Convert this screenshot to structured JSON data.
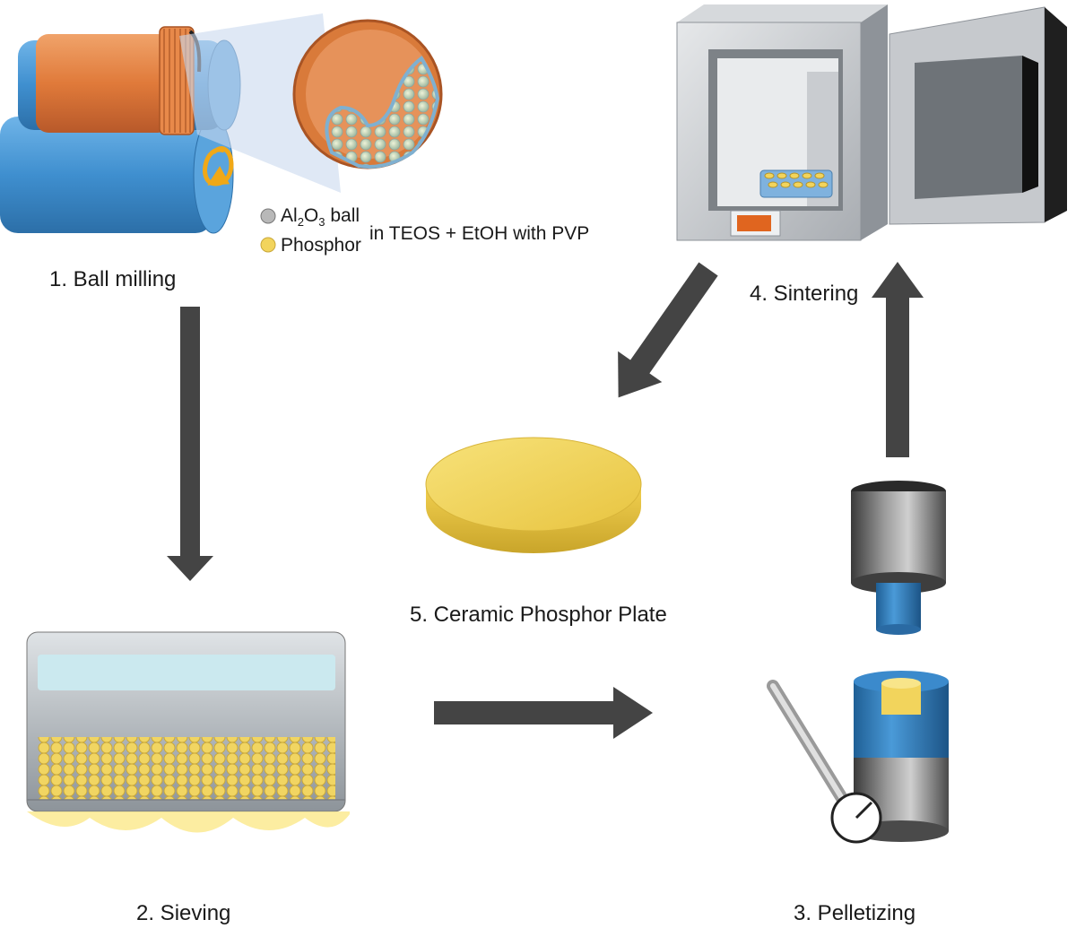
{
  "steps": {
    "ball_milling": "1. Ball milling",
    "sieving": "2. Sieving",
    "pelletizing": "3. Pelletizing",
    "sintering": "4. Sintering",
    "ceramic_plate": "5. Ceramic Phosphor Plate"
  },
  "legend": {
    "ball_prefix": "Al",
    "ball_sub1": "2",
    "ball_mid": "O",
    "ball_sub2": "3",
    "ball_suffix": " ball",
    "phosphor": "Phosphor",
    "solution": "in TEOS + EtOH with PVP"
  },
  "colors": {
    "arrow": "#444444",
    "mill_blue": "#3f8fcf",
    "jar_orange": "#e07a3a",
    "phosphor_yellow": "#f2d45c",
    "furnace_gray": "#b8bcc2",
    "die_blue": "#2f7fc4"
  }
}
